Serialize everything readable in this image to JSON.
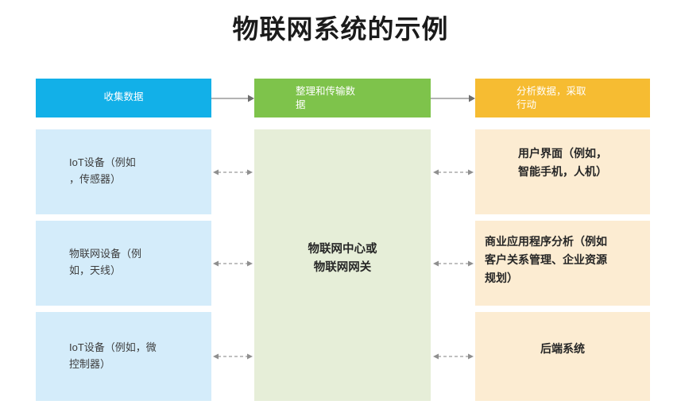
{
  "title": "物联网系统的示例",
  "colors": {
    "header_collect": "#12b0e8",
    "header_transmit": "#7ec34b",
    "header_analyze": "#f6bc32",
    "cell_left": "#d4ecfa",
    "cell_middle": "#e6eed8",
    "cell_right": "#fcecd2",
    "connector": "#9a9a9a",
    "title_text": "#1b1b1b"
  },
  "columns": {
    "collect": {
      "header": "收集数据",
      "cells": [
        "IoT设备（例如\n，传感器）",
        "物联网设备（例\n如，天线）",
        "IoT设备（例如，微\n控制器）"
      ]
    },
    "transmit": {
      "header": "整理和传输数\n据",
      "body": "物联网中心或\n物联网网关"
    },
    "analyze": {
      "header": "分析数据，采取\n行动",
      "cells": [
        "用户界面（例如，\n智能手机，人机）",
        "商业应用程序分析（例如\n客户关系管理、企业资源\n规划）",
        "后端系统"
      ]
    }
  },
  "connectors": {
    "solid_arrow_1": "arrow-right-solid",
    "solid_arrow_2": "arrow-right-solid",
    "dashed_left": "double-headed-dashed-arrow",
    "dashed_right": "double-headed-dashed-arrow"
  }
}
